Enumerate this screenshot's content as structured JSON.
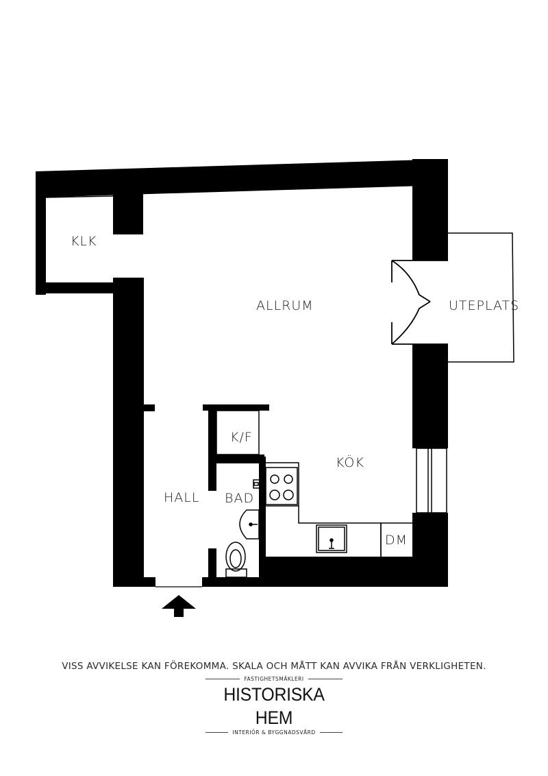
{
  "rooms": {
    "klk": "KLK",
    "allrum": "ALLRUM",
    "uteplats": "UTEPLATS",
    "kf": "K/F",
    "kok": "KÖK",
    "hall": "HALL",
    "bad": "BAD",
    "dm": "DM"
  },
  "footer": {
    "disclaimer": "VISS AVVIKELSE KAN FÖREKOMMA. SKALA OCH MÅTT KAN AVVIKA FRÅN VERKLIGHETEN.",
    "brand_top": "FASTIGHETSMÄKLERI",
    "brand_name": "HISTORISKA HEM",
    "brand_bottom": "INTERIÖR & BYGGNADSVÅRD"
  },
  "icons": {
    "entrance": "arrow-up-icon",
    "hob": "stove-icon",
    "sink": "kitchen-sink-icon",
    "basin": "washbasin-icon",
    "toilet": "toilet-icon",
    "doors": "double-door-icon"
  }
}
